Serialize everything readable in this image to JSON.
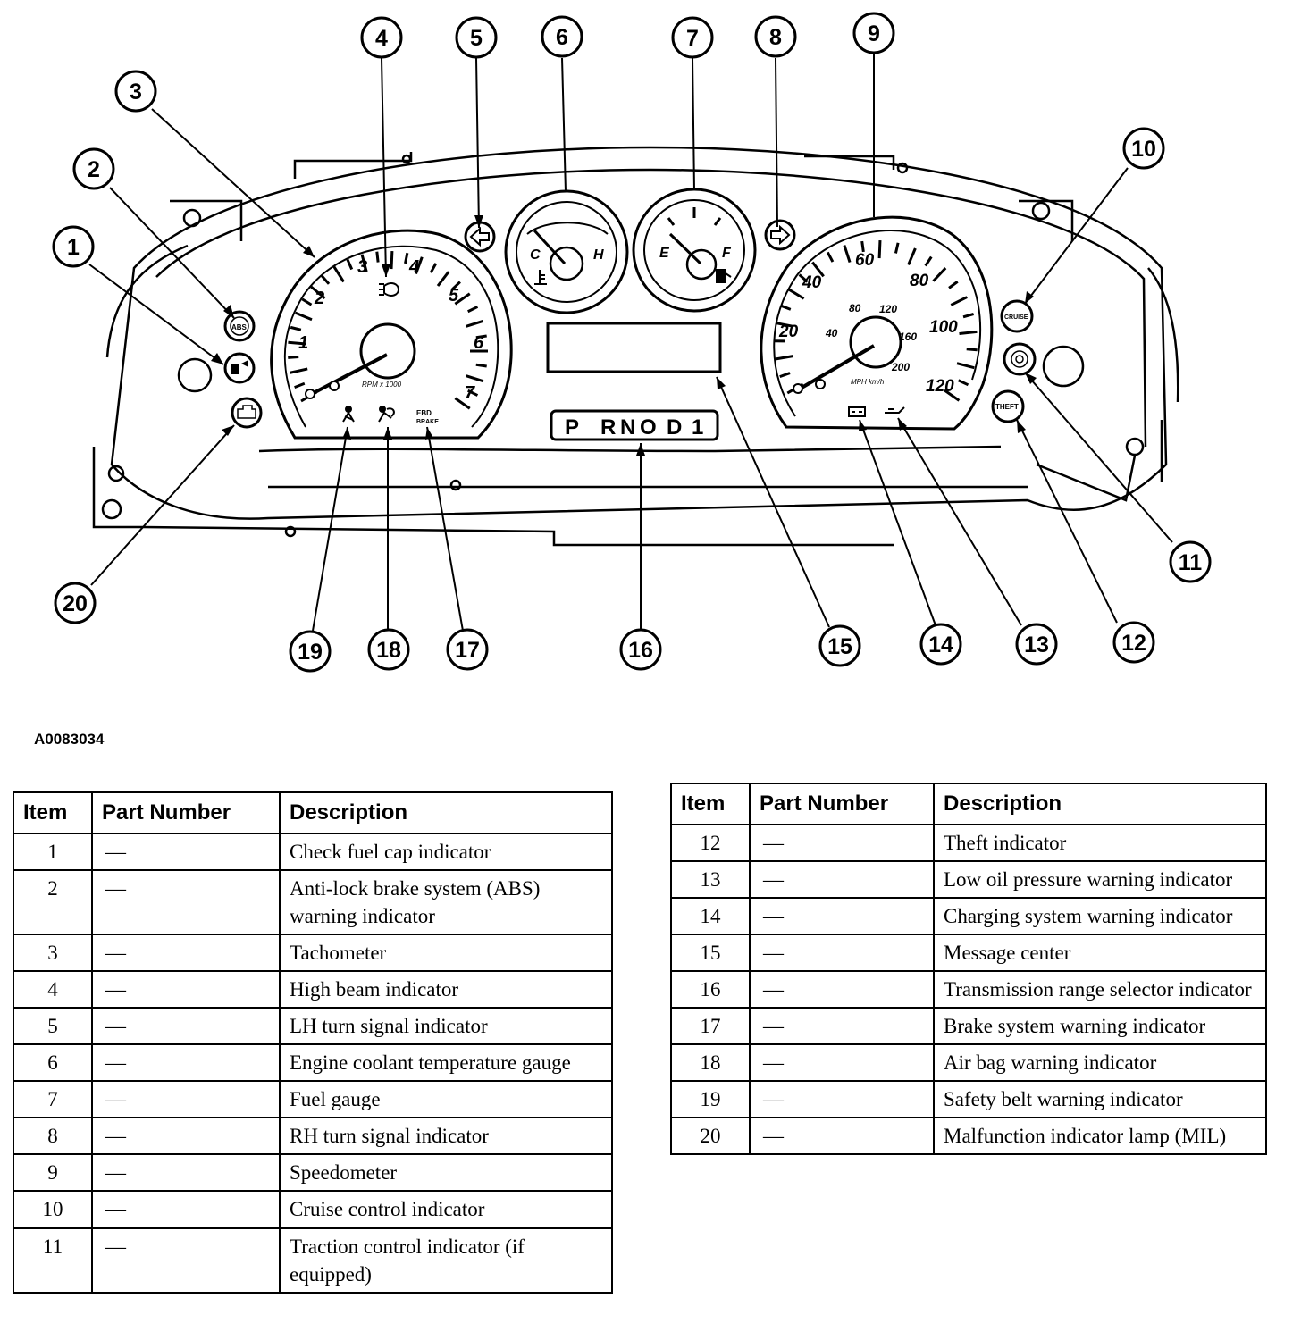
{
  "figure": {
    "id": "A0083034",
    "callouts": [
      "1",
      "2",
      "3",
      "4",
      "5",
      "6",
      "7",
      "8",
      "9",
      "10",
      "11",
      "12",
      "13",
      "14",
      "15",
      "16",
      "17",
      "18",
      "19",
      "20"
    ],
    "tachometer": {
      "scale_labels": [
        "1",
        "2",
        "3",
        "4",
        "5",
        "6",
        "7"
      ],
      "unit": "RPM x 1000",
      "brake_label": [
        "EBD",
        "BRAKE"
      ]
    },
    "temperature_gauge": {
      "low": "C",
      "high": "H"
    },
    "fuel_gauge": {
      "low": "E",
      "high": "F"
    },
    "speedometer": {
      "mph_labels": [
        "20",
        "40",
        "60",
        "80",
        "100",
        "120"
      ],
      "kmh_labels": [
        "40",
        "80",
        "120",
        "160",
        "200"
      ],
      "unit": "MPH km/h"
    },
    "prndl": [
      "P",
      "R",
      "N",
      "O",
      "D",
      "1"
    ],
    "indicator_labels": {
      "abs": "ABS",
      "cruise": "CRUISE",
      "theft": "THEFT"
    }
  },
  "table_headers": {
    "item": "Item",
    "part_number": "Part Number",
    "description": "Description"
  },
  "table_left": [
    {
      "item": "1",
      "part": "—",
      "desc": "Check fuel cap indicator"
    },
    {
      "item": "2",
      "part": "—",
      "desc": "Anti-lock brake system (ABS) warning indicator"
    },
    {
      "item": "3",
      "part": "—",
      "desc": "Tachometer"
    },
    {
      "item": "4",
      "part": "—",
      "desc": "High beam indicator"
    },
    {
      "item": "5",
      "part": "—",
      "desc": "LH turn signal indicator"
    },
    {
      "item": "6",
      "part": "—",
      "desc": "Engine coolant temperature gauge"
    },
    {
      "item": "7",
      "part": "—",
      "desc": "Fuel gauge"
    },
    {
      "item": "8",
      "part": "—",
      "desc": "RH turn signal indicator"
    },
    {
      "item": "9",
      "part": "—",
      "desc": "Speedometer"
    },
    {
      "item": "10",
      "part": "—",
      "desc": "Cruise control indicator"
    },
    {
      "item": "11",
      "part": "—",
      "desc": "Traction control indicator (if equipped)"
    }
  ],
  "table_right": [
    {
      "item": "12",
      "part": "—",
      "desc": "Theft indicator"
    },
    {
      "item": "13",
      "part": "—",
      "desc": "Low oil pressure warning indicator"
    },
    {
      "item": "14",
      "part": "—",
      "desc": "Charging system warning indicator"
    },
    {
      "item": "15",
      "part": "—",
      "desc": "Message center"
    },
    {
      "item": "16",
      "part": "—",
      "desc": "Transmission range selector indicator"
    },
    {
      "item": "17",
      "part": "—",
      "desc": "Brake system warning indicator"
    },
    {
      "item": "18",
      "part": "—",
      "desc": "Air bag warning indicator"
    },
    {
      "item": "19",
      "part": "—",
      "desc": "Safety belt warning indicator"
    },
    {
      "item": "20",
      "part": "—",
      "desc": "Malfunction indicator lamp (MIL)"
    }
  ]
}
